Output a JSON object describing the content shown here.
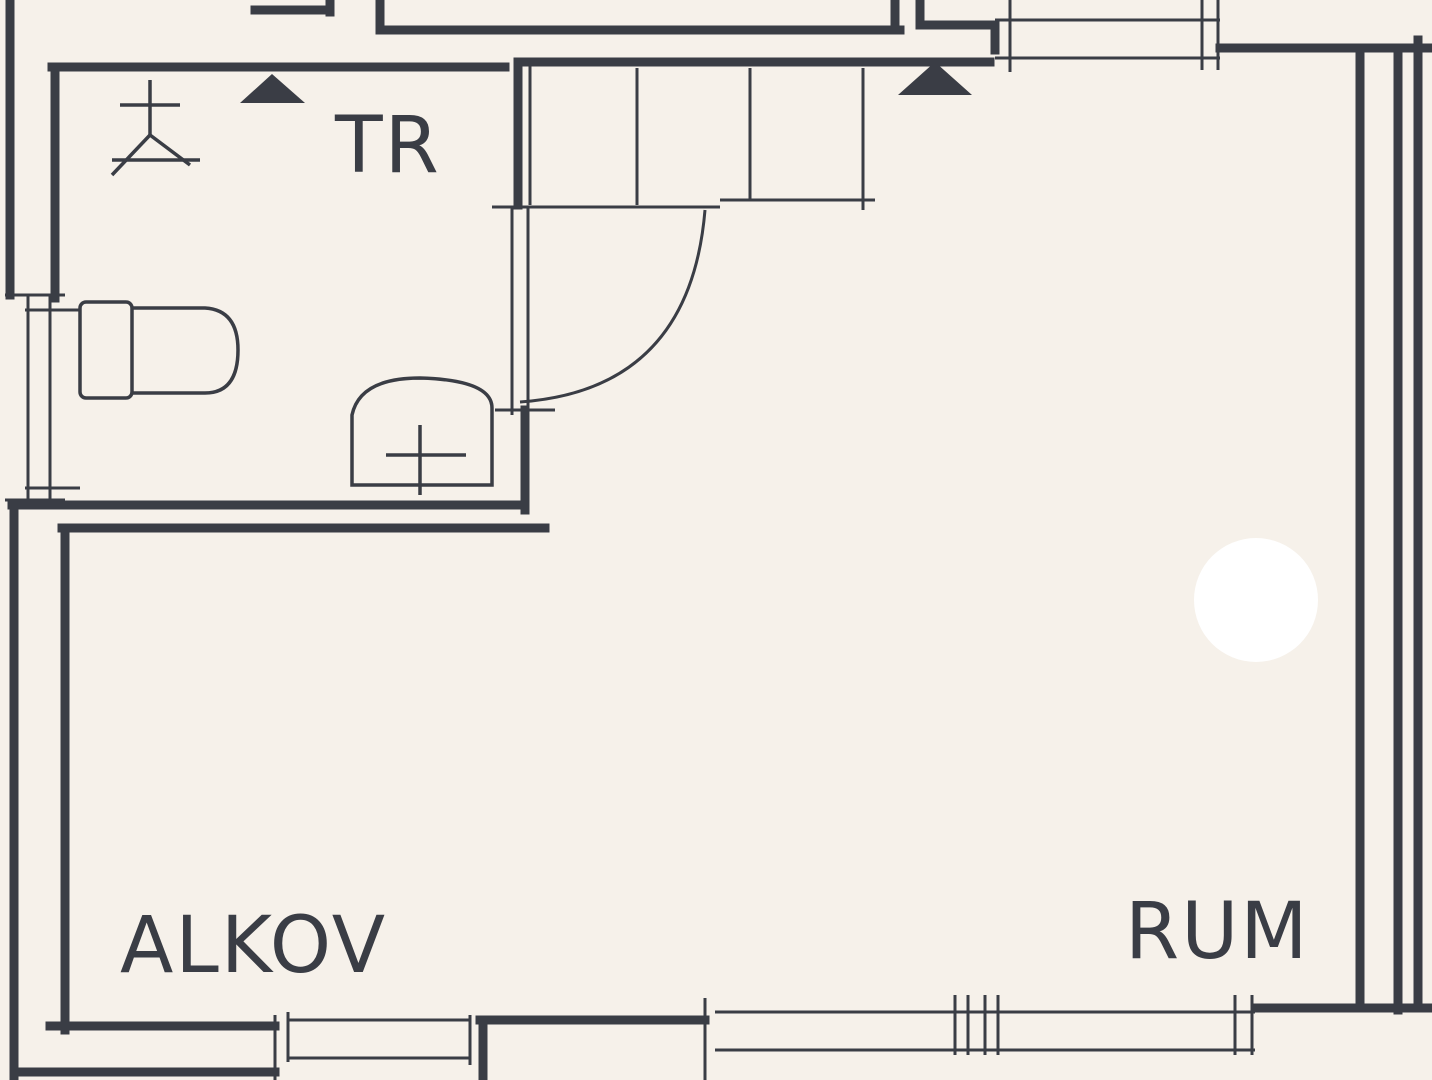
{
  "rooms": {
    "tr": "TR",
    "alkov": "ALKOV",
    "rum": "RUM"
  },
  "colors": {
    "paper": "#f6f1ea",
    "ink": "#3a3d45"
  }
}
